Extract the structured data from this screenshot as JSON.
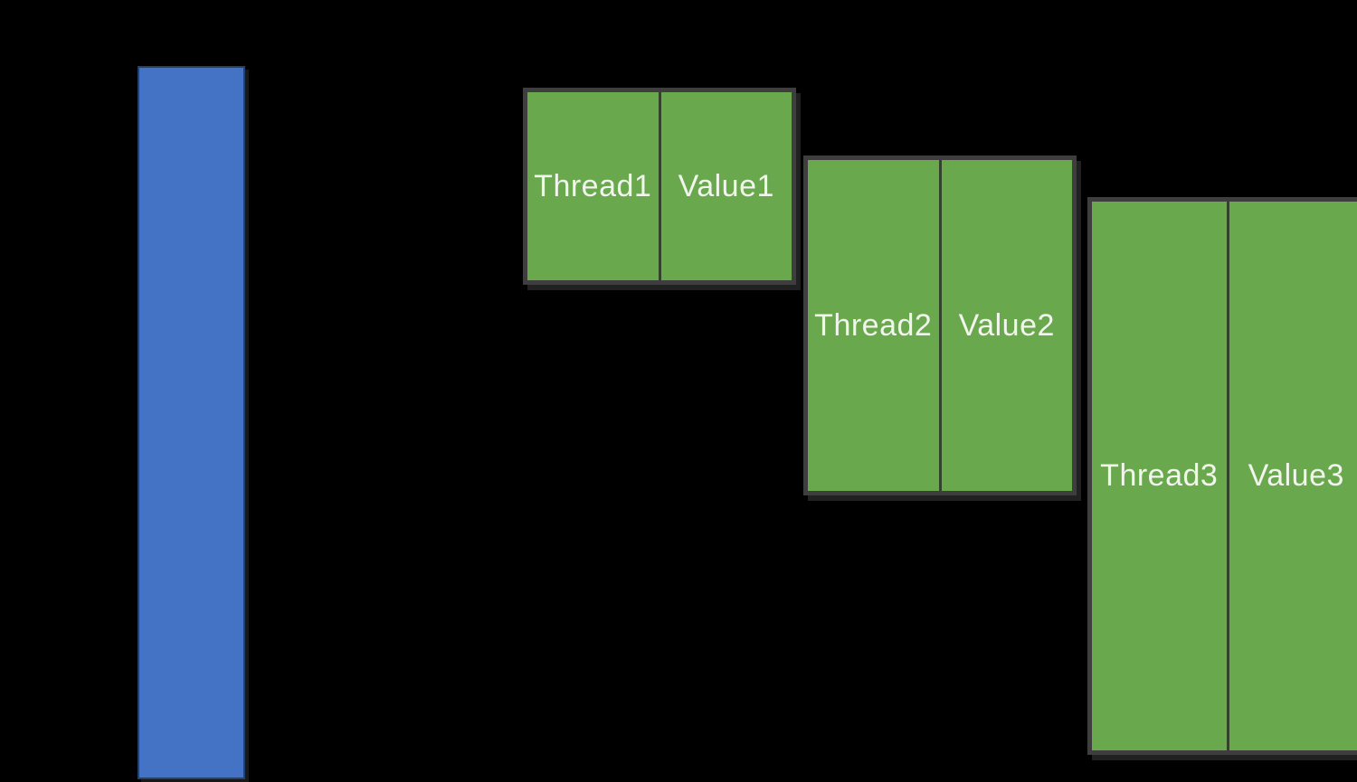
{
  "diagram": {
    "background_color": "#000000",
    "bar": {
      "fill_color": "#4472C4",
      "border_color": "#24416B"
    },
    "table_style": {
      "fill_color": "#6AA84E",
      "border_color": "#3E3E3E",
      "divider_color": "#33432A",
      "label_color": "#F1F5ED"
    },
    "tables": [
      {
        "cells": [
          {
            "label": "Thread1"
          },
          {
            "label": "Value1"
          }
        ]
      },
      {
        "cells": [
          {
            "label": "Thread2"
          },
          {
            "label": "Value2"
          }
        ]
      },
      {
        "cells": [
          {
            "label": "Thread3"
          },
          {
            "label": "Value3"
          }
        ]
      }
    ]
  }
}
